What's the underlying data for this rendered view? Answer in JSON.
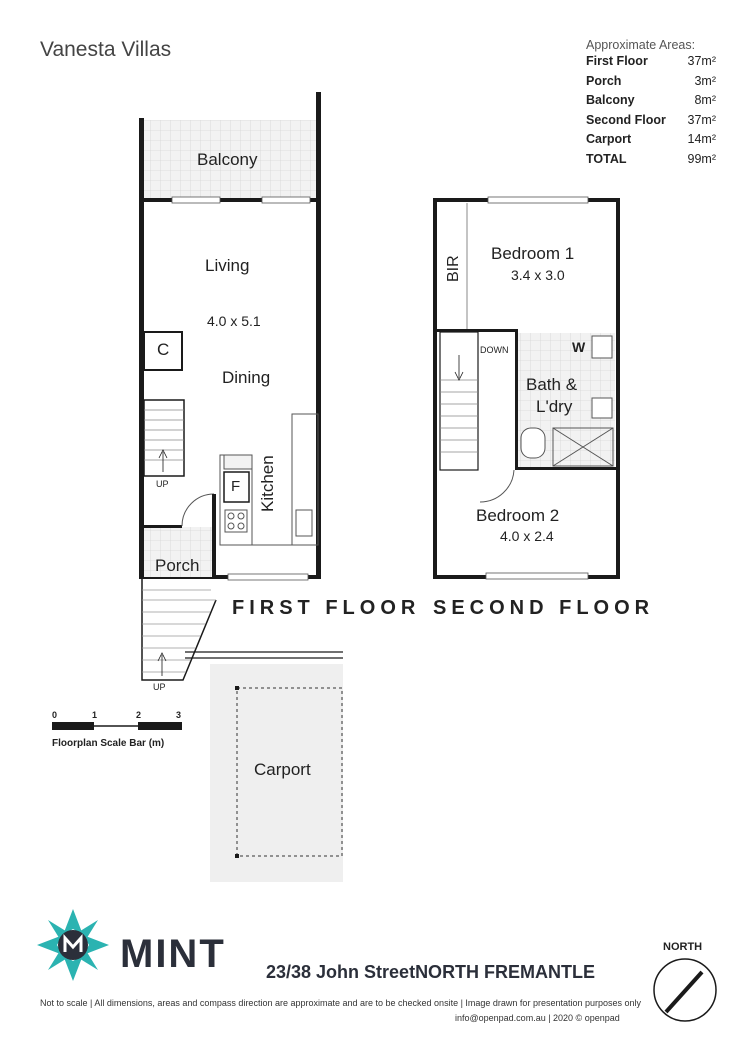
{
  "project_title": "Vanesta Villas",
  "areas": {
    "heading": "Approximate Areas:",
    "rows": [
      {
        "label": "First Floor",
        "value": "37m²"
      },
      {
        "label": "Porch",
        "value": "3m²"
      },
      {
        "label": "Balcony",
        "value": "8m²"
      },
      {
        "label": "Second Floor",
        "value": "37m²"
      },
      {
        "label": "Carport",
        "value": "14m²"
      },
      {
        "label": "TOTAL",
        "value": "99m²"
      }
    ]
  },
  "first_floor": {
    "heading": "FIRST FLOOR",
    "balcony": "Balcony",
    "living": "Living",
    "living_dims": "4.0 x 5.1",
    "closet": "C",
    "dining": "Dining",
    "kitchen": "Kitchen",
    "fridge": "F",
    "stair_up": "UP",
    "porch": "Porch",
    "entry_up": "UP"
  },
  "second_floor": {
    "heading": "SECOND FLOOR",
    "bir": "BIR",
    "bedroom1": "Bedroom 1",
    "bedroom1_dims": "3.4 x 3.0",
    "down": "DOWN",
    "washer": "W",
    "bath": "Bath &",
    "laundry": "L'dry",
    "bedroom2": "Bedroom 2",
    "bedroom2_dims": "4.0 x 2.4"
  },
  "carport": "Carport",
  "scale_bar": {
    "ticks": [
      "0",
      "1",
      "2",
      "3"
    ],
    "caption": "Floorplan Scale Bar (m)"
  },
  "brand": "MINT",
  "address": "23/38 John StreetNORTH FREMANTLE",
  "north_label": "NORTH",
  "disclaimer": "Not to scale   |   All dimensions, areas and compass direction are approximate and are to be checked onsite   |   Image drawn for presentation purposes only",
  "contact": "info@openpad.com.au   |   2020   © openpad",
  "colors": {
    "wall": "#1a1a1a",
    "tile": "#e9e9e9",
    "carport_fill": "#efefef",
    "logo_teal": "#2bb3b1",
    "logo_dark": "#2b2f3a"
  }
}
